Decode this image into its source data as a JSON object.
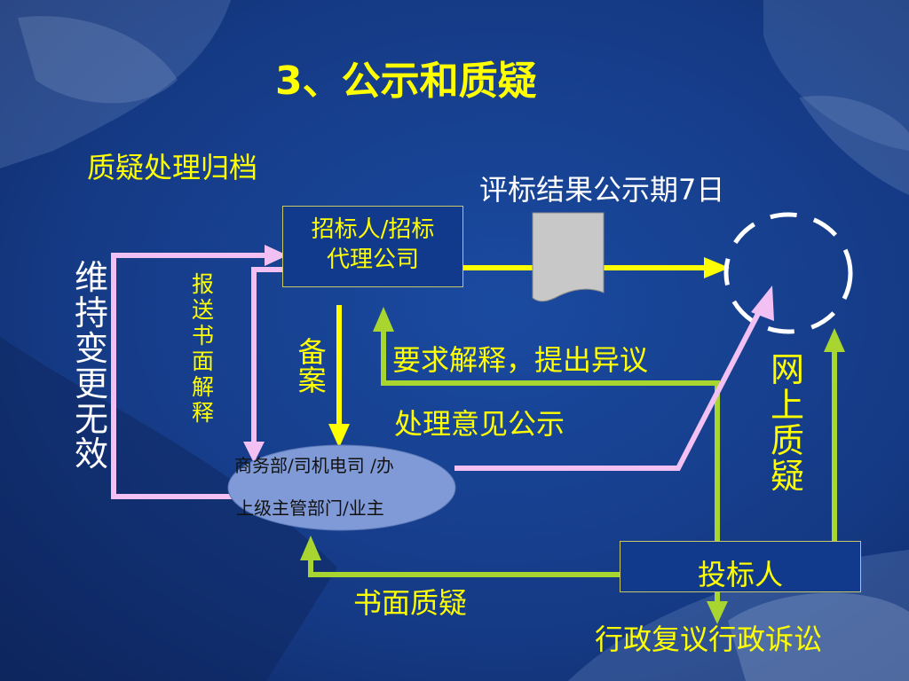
{
  "title": "3、公示和质疑",
  "labels": {
    "archive": "质疑处理归档",
    "publicity_period": "评标结果公示期7日",
    "filing": "备案",
    "request_explain": "要求解释，提出异议",
    "opinion_publicity": "处理意见公示",
    "written_query": "书面质疑",
    "review_lawsuit": "行政复议行政诉讼"
  },
  "vertical": {
    "maintain_change": [
      "维",
      "持",
      "变",
      "更",
      "无",
      "效"
    ],
    "report_written": [
      "报",
      "送",
      "书",
      "面",
      "解",
      "释"
    ],
    "online_query": [
      "网",
      "上",
      "质",
      "疑"
    ]
  },
  "nodes": {
    "tenderer": "招标人/招标代理公司",
    "tenderer_line1": "招标人/招标",
    "tenderer_line2": "代理公司",
    "authority_line1": "商务部/司机电司 /办",
    "authority_line2": "上级主管部门/业主",
    "bidder": "投标人"
  },
  "colors": {
    "text": "#ffff00",
    "pink_arrow": "#f2c0f2",
    "green_arrow": "#a8d530",
    "yellow_arrow": "#ffff00",
    "ellipse": "#7f9ad6"
  }
}
